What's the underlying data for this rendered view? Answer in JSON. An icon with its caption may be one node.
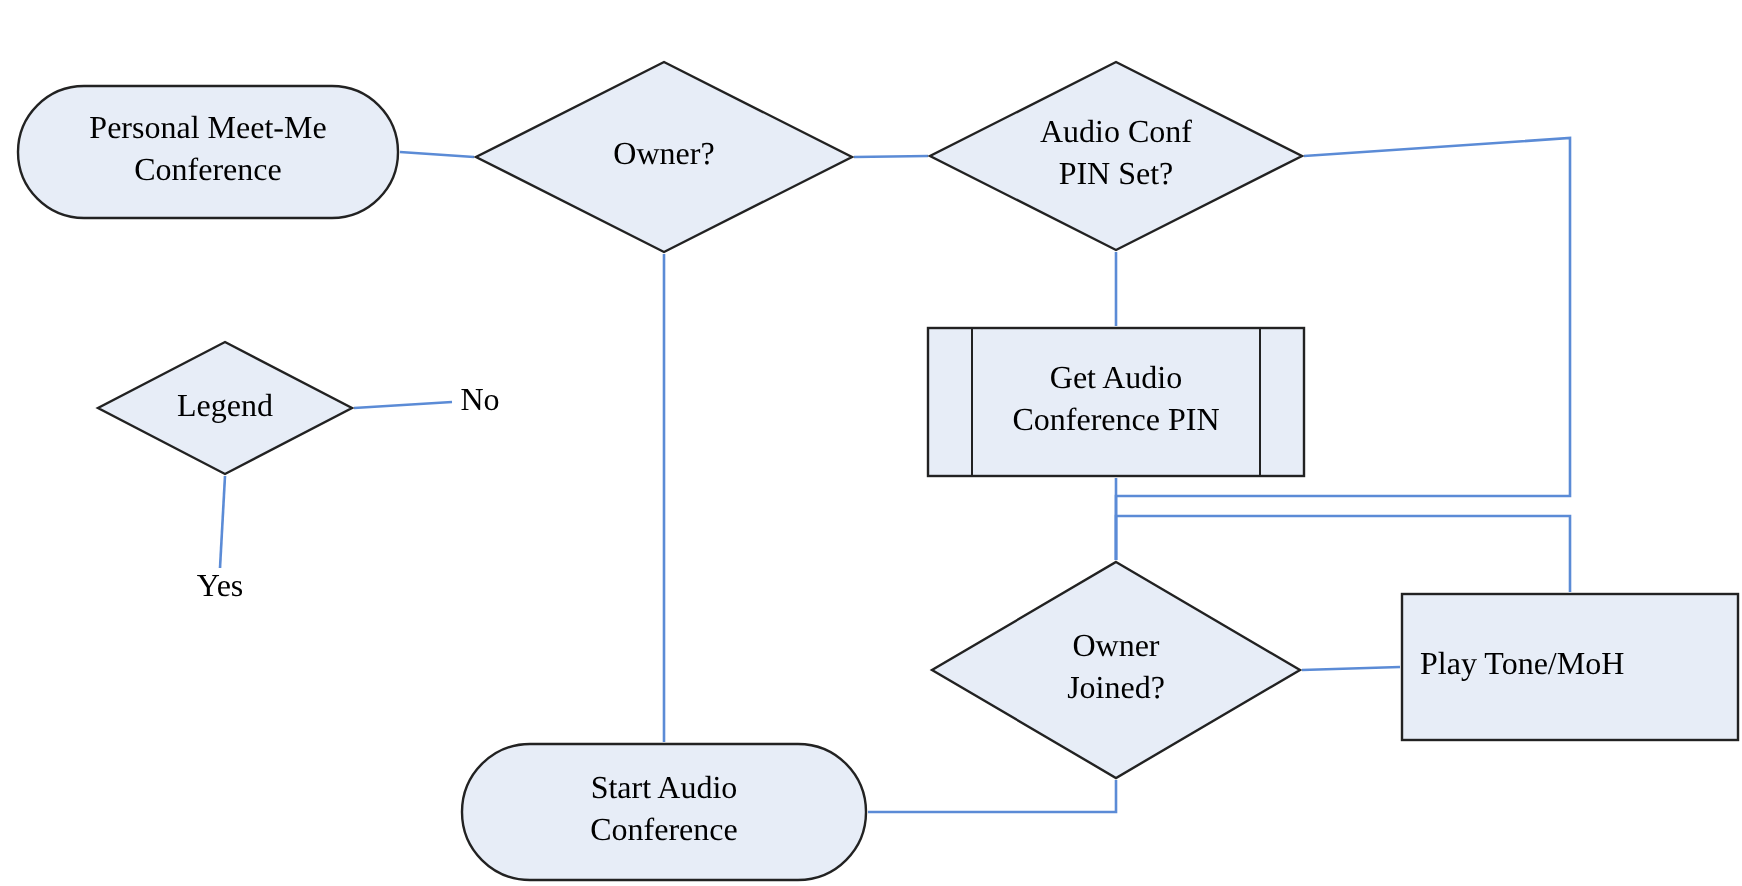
{
  "diagram": {
    "nodes": [
      {
        "text": [
          "Personal Meet-Me Conference"
        ]
      },
      {
        "text": [
          "Owner?"
        ]
      },
      {
        "text": [
          "Audio Conf PIN Set?"
        ]
      },
      {
        "text": [
          "Legend"
        ]
      },
      {
        "text": [
          "Get Audio Conference PIN"
        ]
      },
      {
        "text": [
          "Owner Joined?"
        ]
      },
      {
        "text": [
          "Play Tone/MoH"
        ]
      },
      {
        "text": [
          "Start Audio Conference"
        ]
      },
      {
        "text": [
          "No"
        ]
      },
      {
        "text": [
          "Yes"
        ]
      }
    ],
    "edges": [
      {
        "from": 0,
        "to": 1,
        "arrow": "none"
      },
      {
        "from": 1,
        "to": 2,
        "arrow": "none"
      },
      {
        "from": 1,
        "to": 7,
        "arrow": "none"
      },
      {
        "from": 2,
        "to": 4,
        "arrow": "none"
      },
      {
        "from": 2,
        "to": 5,
        "arrow": "none"
      },
      {
        "from": 4,
        "to": 5,
        "arrow": "none"
      },
      {
        "from": 6,
        "to": 5,
        "arrow": "none"
      },
      {
        "from": 5,
        "to": 6,
        "arrow": "none"
      },
      {
        "from": 5,
        "to": 7,
        "arrow": "none"
      },
      {
        "from": 3,
        "to": 8,
        "arrow": "none"
      },
      {
        "from": 3,
        "to": 9,
        "arrow": "none"
      }
    ]
  }
}
